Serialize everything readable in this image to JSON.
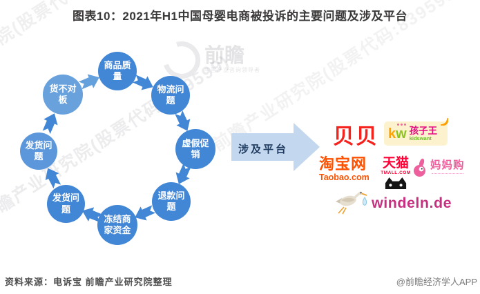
{
  "title": "图表10：2021年H1中国母婴电商被投诉的主要问题及涉及平台",
  "cycle": {
    "items": [
      {
        "label": "商品质量"
      },
      {
        "label": "物流问题"
      },
      {
        "label": "虚假促销"
      },
      {
        "label": "退款问题"
      },
      {
        "label": "冻结商家资金"
      },
      {
        "label": "发货问题"
      },
      {
        "label": "发货问题"
      },
      {
        "label": "货不对板"
      }
    ]
  },
  "flow_arrow": {
    "label": "涉及平台"
  },
  "platforms": {
    "beibei": {
      "name": "贝贝"
    },
    "kidswant": {
      "k": "k",
      "w": "w",
      "name": "孩子王",
      "latin": "kidswant"
    },
    "taobao": {
      "name": "淘宝网",
      "domain": "Taobao.com"
    },
    "tmall": {
      "name": "天猫",
      "domain": "TMALL.COM"
    },
    "mamagou": {
      "name": "妈妈购"
    },
    "windeln": {
      "name": "windeln.de"
    }
  },
  "footer": {
    "source": "资料来源：电诉宝 前瞻产业研究院整理",
    "credit": "@前瞻经济学人APP"
  },
  "watermark": {
    "diagonal": "前瞻产业研究院(股票代码:839599)",
    "brand": "前瞻",
    "tagline": "中国产业咨询领导者"
  },
  "colors": {
    "circle_blue": "#4286d6",
    "circle_light_blue": "#69a1dd",
    "flow_arrow_fill": "#c3d7ee",
    "flow_arrow_text": "#1f3a5f",
    "beibei_red": "#f5231d",
    "taobao_orange": "#ff5100",
    "tmall_red": "#fe0036",
    "kidswant_pink": "#e50b81",
    "kidswant_green": "#6fb92c",
    "kidswant_orange": "#ffa300",
    "mamagou_pink": "#ee5f9d",
    "windeln_magenta": "#c73080",
    "title_color": "#3b3838"
  }
}
